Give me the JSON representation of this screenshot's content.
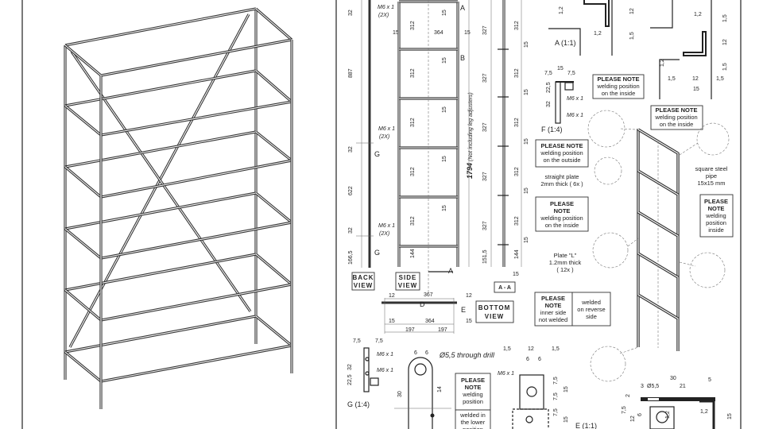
{
  "accent_color": "#222222",
  "back_view": {
    "title_1": "BACK",
    "title_2": "VIEW",
    "callout": "M6 x 1",
    "count": "(2X)",
    "dim_32": "32",
    "dim_887": "887",
    "dim_622": "622",
    "dim_166": "166,5",
    "marker_g": "G"
  },
  "side_view": {
    "title_1": "SIDE",
    "title_2": "VIEW",
    "dim_312": "312",
    "dim_15": "15",
    "dim_364": "364",
    "dim_144": "144",
    "marker_a": "A",
    "marker_b": "B",
    "height_value": "1794",
    "height_note": "(Not including leg adjusters)",
    "section_marker": "A"
  },
  "section_aa": {
    "title": "A - A",
    "dim_327": "327",
    "dim_312": "312",
    "dim_15": "15",
    "dim_151": "151,5",
    "dim_144": "144"
  },
  "bottom_view": {
    "title_1": "BOTTOM",
    "title_2": "VIEW",
    "dim_12": "12",
    "dim_367": "367",
    "dim_15": "15",
    "dim_364": "364",
    "dim_197": "197",
    "marker_d": "D",
    "marker_e": "E"
  },
  "detail_a": {
    "title": "A (1:1)",
    "dim_12": "1,2",
    "dim_120": "12",
    "dim_15": "1,5",
    "dim_150": "15"
  },
  "detail_f": {
    "title": "F (1:4)",
    "dim_15": "15",
    "dim_75": "7,5",
    "dim_225": "22,5",
    "dim_32": "32",
    "callout": "M6 x 1"
  },
  "detail_g": {
    "title": "G (1:4)",
    "dim_75": "7,5",
    "dim_32": "32",
    "dim_225": "22,5",
    "callout": "M6 x 1"
  },
  "detail_tab": {
    "dim_6": "6",
    "drill": "Ø5,5 through drill",
    "dim_30": "30",
    "dim_14": "14"
  },
  "detail_e": {
    "title": "E (1:1)",
    "dim_15": "1,5",
    "dim_12": "12",
    "dim_6": "6",
    "dim_75": "7,5",
    "dim_150": "15",
    "callout": "M6 x 1"
  },
  "detail_corner": {
    "dim_30": "30",
    "dim_5": "5",
    "dim_3": "3",
    "drill": "Ø5,5",
    "dim_21": "21",
    "dim_2": "2",
    "dim_75": "7,5",
    "dim_12": "12",
    "dim_6": "6",
    "dim_12b": "1,2",
    "dim_15": "15"
  },
  "notes": {
    "please_note": "PLEASE NOTE",
    "please": "PLEASE",
    "note": "NOTE",
    "welding_position": "welding position",
    "welding": "welding",
    "position": "position",
    "on_the_inside": "on the inside",
    "on_the_outside": "on the outside",
    "inside": "inside",
    "inner_side": "inner side",
    "not_welded": "not welded",
    "welded_on": "welded",
    "on_reverse": "on reverse",
    "side": "side",
    "welded_in": "welded in",
    "the_lower": "the lower",
    "position_lower": "position"
  },
  "parts": {
    "straight_plate_1": "straight plate",
    "straight_plate_2": "2mm thick ( 6x )",
    "plate_l_1": "Plate \"L\"",
    "plate_l_2": "1.2mm thick",
    "plate_l_3": "( 12x )",
    "pipe_1": "square steel",
    "pipe_2": "pipe",
    "pipe_3": "15x15 mm"
  }
}
